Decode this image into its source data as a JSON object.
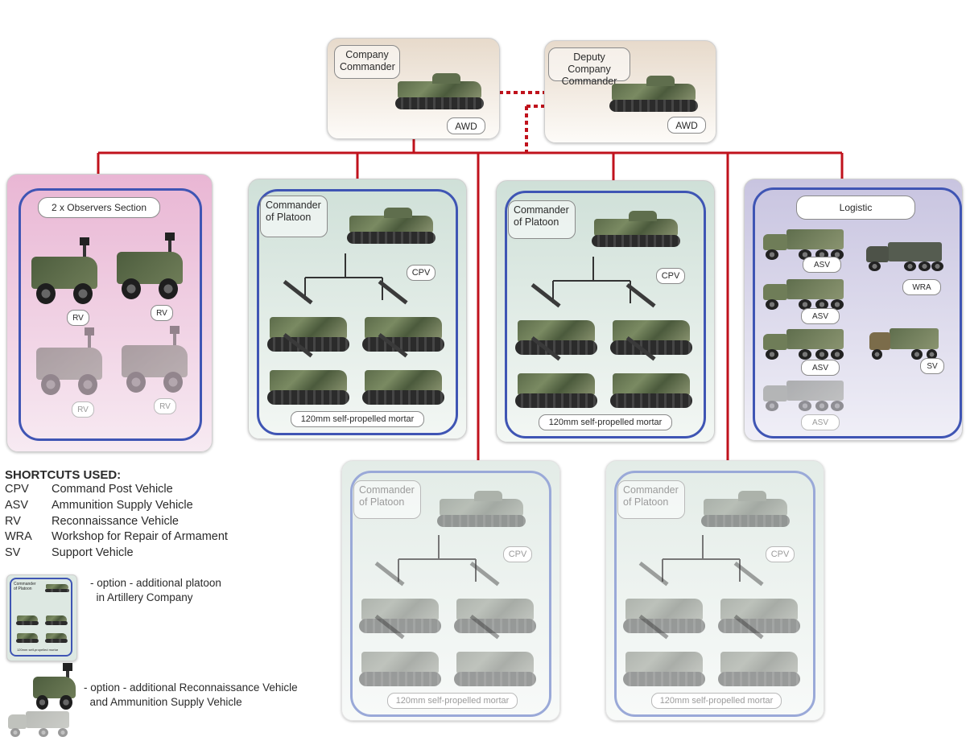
{
  "command": {
    "company_commander": {
      "title": "Company\nCommander",
      "badge": "AWD"
    },
    "deputy_commander": {
      "title": "Deputy Company\nCommander",
      "badge": "AWD"
    }
  },
  "observers": {
    "title": "2 x Observers Section",
    "vehicles": [
      "RV",
      "RV",
      "RV",
      "RV"
    ]
  },
  "platoons": [
    {
      "commander": "Commander\nof Platoon",
      "cpv": "CPV",
      "mortar": "120mm self-propelled mortar"
    },
    {
      "commander": "Commander\nof Platoon",
      "cpv": "CPV",
      "mortar": "120mm self-propelled mortar"
    },
    {
      "commander": "Commander\nof Platoon",
      "cpv": "CPV",
      "mortar": "120mm self-propelled mortar"
    },
    {
      "commander": "Commander\nof Platoon",
      "cpv": "CPV",
      "mortar": "120mm self-propelled mortar"
    }
  ],
  "logistic": {
    "title": "Logistic",
    "asv_labels": [
      "ASV",
      "ASV",
      "ASV",
      "ASV"
    ],
    "wra": "WRA",
    "sv": "SV"
  },
  "shortcuts": {
    "title": "SHORTCUTS USED:",
    "items": [
      {
        "abbr": "CPV",
        "full": "Command Post Vehicle"
      },
      {
        "abbr": "ASV",
        "full": "Ammunition Supply Vehicle"
      },
      {
        "abbr": "RV",
        "full": "Reconnaissance Vehicle"
      },
      {
        "abbr": "WRA",
        "full": "Workshop for Repair of Armament"
      },
      {
        "abbr": "SV",
        "full": "Support Vehicle"
      }
    ]
  },
  "legend": {
    "platoon_option": "- option - additional platoon\n  in Artillery Company",
    "platoon_thumb_commander": "Commander\nof Platoon",
    "platoon_thumb_mortar": "120mm self-propelled mortar",
    "vehicle_option": "- option - additional Reconnaissance Vehicle\n  and Ammunition Supply Vehicle"
  },
  "colors": {
    "connector": "#c0121c",
    "inner_border": "#3f55b4",
    "observers_bg": "#ecc6de",
    "platoon_bg": "#dde8e2",
    "logistic_bg": "#d3d0e6",
    "command_bg": "#efe6dc"
  }
}
